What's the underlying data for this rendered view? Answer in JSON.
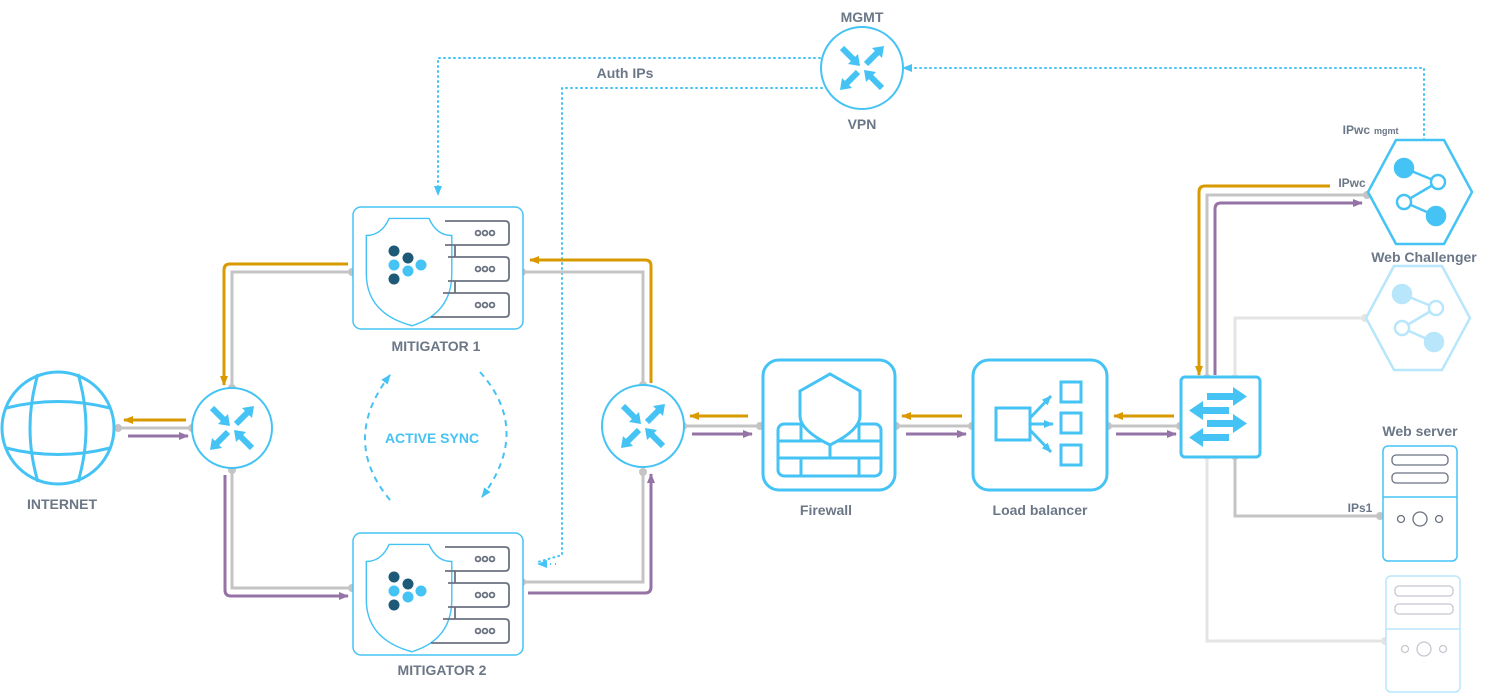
{
  "colors": {
    "accent": "#45c3f5",
    "accent_faded": "#b8e6fb",
    "label": "#6b7787",
    "dark_dot": "#1e5a78",
    "server_stroke": "#6b7280",
    "link_gray": "#c4c4c4",
    "link_gray_faded": "#e4e4e4",
    "flow_inbound": "#d99a00",
    "flow_outbound": "#9673a6"
  },
  "nodes": {
    "internet": {
      "label": "INTERNET"
    },
    "mitigator1": {
      "label": "MITIGATOR 1"
    },
    "mitigator2": {
      "label": "MITIGATOR 2"
    },
    "vpn": {
      "label_top": "MGMT",
      "label_bottom": "VPN"
    },
    "firewall": {
      "label": "Firewall"
    },
    "load_balancer": {
      "label": "Load balancer"
    },
    "web_challenger": {
      "label": "Web Challenger",
      "port_label": "IPwc",
      "mgmt_label_main": "IPwc",
      "mgmt_label_sub": "mgmt"
    },
    "web_server": {
      "label": "Web server",
      "port_label": "IPs1"
    }
  },
  "annotations": {
    "sync": "ACTIVE SYNC",
    "auth_ips": "Auth IPs"
  }
}
